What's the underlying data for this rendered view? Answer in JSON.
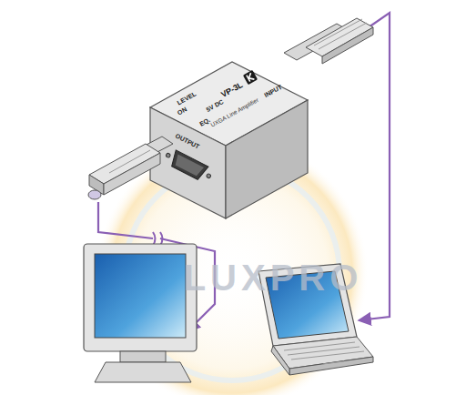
{
  "diagram": {
    "labels": [
      "INPUT",
      "UXGA Line Amplifier",
      "VP-3L",
      "5V DC",
      "LEVEL",
      "ON",
      "EQ.",
      "OUTPUT",
      "LUXPRO"
    ]
  }
}
